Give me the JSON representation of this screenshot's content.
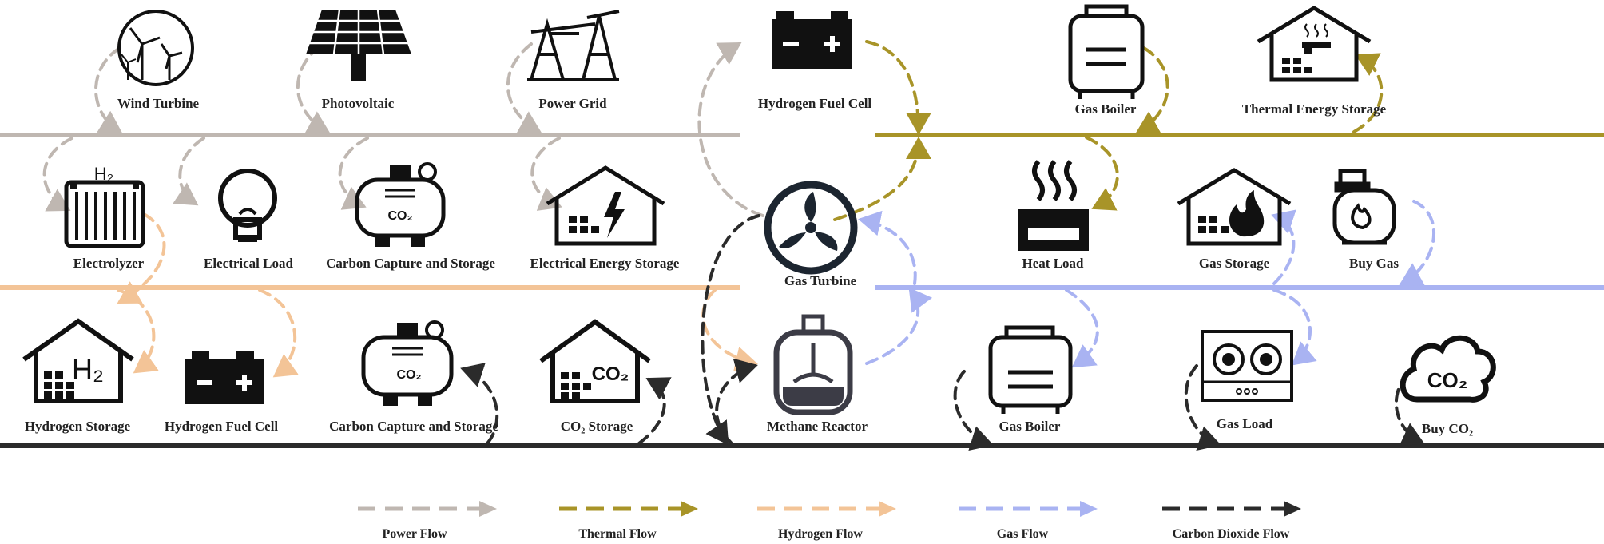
{
  "colors": {
    "power": "#bfb7b1",
    "thermal": "#a89428",
    "hydrogen": "#f3c497",
    "gas": "#a9b3f2",
    "carbon": "#2b2b2b",
    "icon": "#111111"
  },
  "labels": {
    "wind_turbine": "Wind Turbine",
    "photovoltaic": "Photovoltaic",
    "power_grid": "Power Grid",
    "hydrogen_fuel_cell_top": "Hydrogen Fuel Cell",
    "gas_boiler_top": "Gas Boiler",
    "thermal_energy_storage": "Thermal Energy Storage",
    "electrolyzer": "Electrolyzer",
    "electrical_load": "Electrical Load",
    "ccs_mid": "Carbon Capture and Storage",
    "electrical_energy_storage": "Electrical Energy Storage",
    "gas_turbine": "Gas Turbine",
    "heat_load": "Heat Load",
    "gas_storage": "Gas Storage",
    "buy_gas": "Buy Gas",
    "hydrogen_storage": "Hydrogen Storage",
    "hydrogen_fuel_cell_bottom": "Hydrogen Fuel Cell",
    "ccs_bottom": "Carbon Capture and Storage",
    "co2_storage": "CO₂ Storage",
    "methane_reactor": "Methane Reactor",
    "gas_boiler_bottom": "Gas Boiler",
    "gas_load": "Gas Load",
    "buy_co2": "Buy CO₂"
  },
  "icon_text": {
    "h2": "H₂",
    "co2": "CO₂"
  },
  "legend": {
    "power": "Power Flow",
    "thermal": "Thermal Flow",
    "hydrogen": "Hydrogen Flow",
    "gas": "Gas Flow",
    "carbon": "Carbon Dioxide Flow"
  }
}
